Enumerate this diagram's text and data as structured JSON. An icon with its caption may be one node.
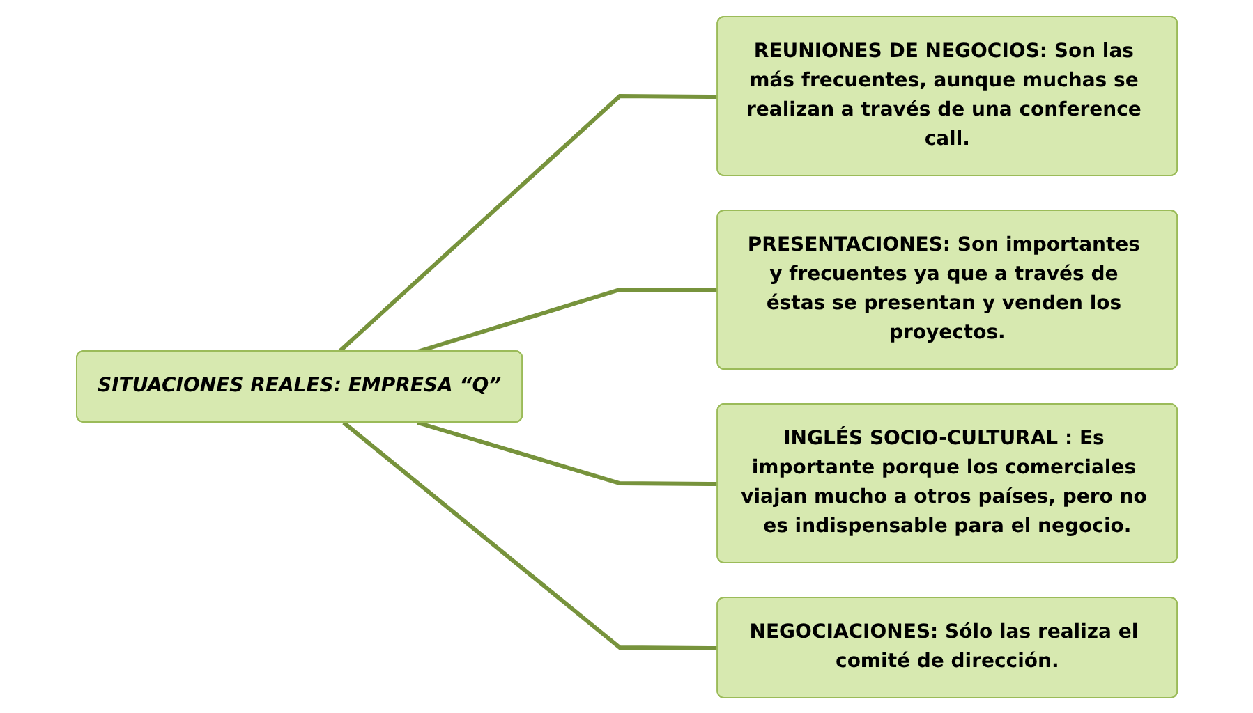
{
  "diagram": {
    "nodes": [
      {
        "text": [
          "SITUACIONES REALES: EMPRESA “Q”"
        ]
      },
      {
        "text": [
          "REUNIONES DE NEGOCIOS: Son las más frecuentes, aunque muchas se realizan a través de una conference call."
        ]
      },
      {
        "text": [
          "PRESENTACIONES: Son importantes y frecuentes ya que a través de éstas se presentan y venden los proyectos."
        ]
      },
      {
        "text": [
          "INGLÉS SOCIO-CULTURAL : Es importante porque los comerciales viajan mucho a otros países, pero no es indispensable para el negocio."
        ]
      },
      {
        "text": [
          "NEGOCIACIONES: Sólo las realiza el comité de dirección."
        ]
      }
    ],
    "edges": [
      {
        "from": 0,
        "to": 1,
        "arrow": "none"
      },
      {
        "from": 0,
        "to": 2,
        "arrow": "none"
      },
      {
        "from": 0,
        "to": 3,
        "arrow": "none"
      },
      {
        "from": 0,
        "to": 4,
        "arrow": "none"
      }
    ]
  }
}
